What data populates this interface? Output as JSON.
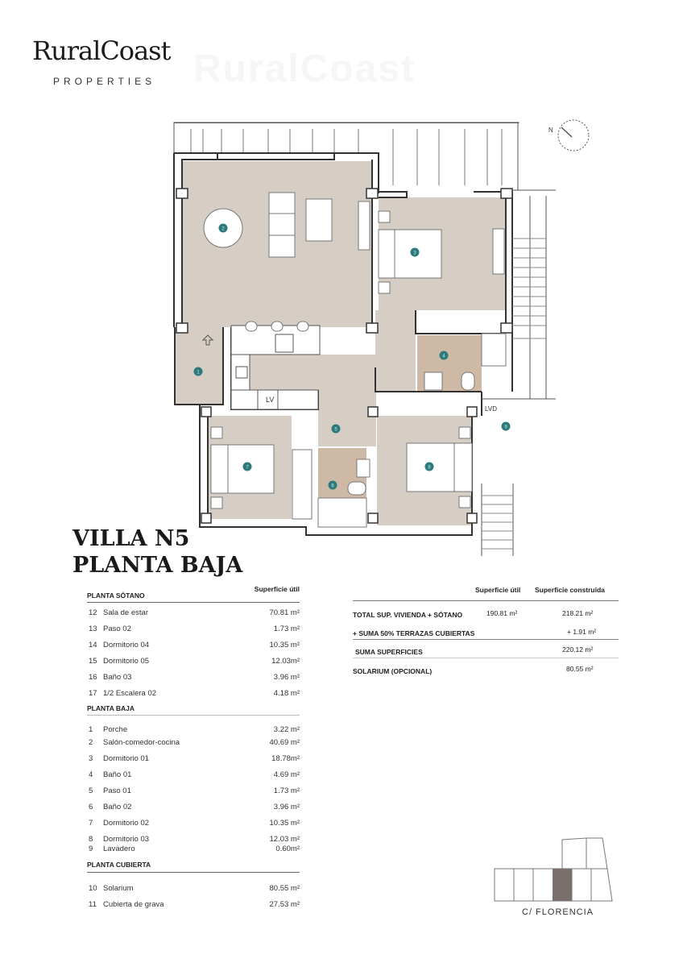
{
  "brand": {
    "name": "RuralCoast",
    "tagline": "PROPERTIES"
  },
  "title": {
    "line1": "VILLA N5",
    "line2": "PLANTA BAJA"
  },
  "floorplan": {
    "labels": [
      "LV",
      "LVD"
    ],
    "compass": "N",
    "rooms": [
      "1",
      "2",
      "3",
      "4",
      "5",
      "6",
      "7",
      "8",
      "9"
    ]
  },
  "rooms_table": {
    "header": "Superficie útil",
    "sections": [
      {
        "title": "PLANTA SÓTANO",
        "rows": [
          {
            "num": "12",
            "name": "Sala de estar",
            "value": "70.81 m²"
          },
          {
            "num": "13",
            "name": "Paso 02",
            "value": "1.73 m²"
          },
          {
            "num": "14",
            "name": "Dormitorio 04",
            "value": "10.35 m²"
          },
          {
            "num": "15",
            "name": "Dormitorio 05",
            "value": "12.03m²"
          },
          {
            "num": "16",
            "name": "Baño 03",
            "value": "3.96 m²"
          },
          {
            "num": "17",
            "name": "1/2 Escalera 02",
            "value": "4.18 m²"
          }
        ]
      },
      {
        "title": "PLANTA BAJA",
        "rows": [
          {
            "num": "1",
            "name": "Porche",
            "value": "3.22 m²"
          },
          {
            "num": "2",
            "name": "Salón-comedor-cocina",
            "value": "40.69 m²"
          },
          {
            "num": "3",
            "name": "Dormitorio 01",
            "value": "18.78m²"
          },
          {
            "num": "4",
            "name": "Baño 01",
            "value": "4.69 m²"
          },
          {
            "num": "5",
            "name": "Paso 01",
            "value": "1.73 m²"
          },
          {
            "num": "6",
            "name": "Baño 02",
            "value": "3.96 m²"
          },
          {
            "num": "7",
            "name": "Dormitorio 02",
            "value": "10.35 m²"
          },
          {
            "num": "8",
            "name": "Dormitorio 03",
            "value": "12.03 m²"
          },
          {
            "num": "9",
            "name": "Lavadero",
            "value": "0.60m²"
          }
        ]
      },
      {
        "title": "PLANTA CUBIERTA",
        "rows": [
          {
            "num": "10",
            "name": "Solarium",
            "value": "80.55 m²"
          },
          {
            "num": "11",
            "name": "Cubierta de grava",
            "value": "27.53 m²"
          }
        ]
      }
    ]
  },
  "summary": {
    "col_util": "Superficie útil",
    "col_construida": "Superficie construida",
    "rows": [
      {
        "label": "TOTAL SUP. VIVIENDA + SÓTANO",
        "util": "190.81  m²",
        "construida": "218.21 m²"
      },
      {
        "label": "+ SUMA 50% TERRAZAS CUBIERTAS",
        "util": "",
        "construida": "+ 1.91 m²"
      },
      {
        "label": "SUMA SUPERFICIES",
        "util": "",
        "construida": "220.12 m²"
      },
      {
        "label": "SOLARIUM (OPCIONAL)",
        "util": "",
        "construida": "80.55 m²"
      }
    ]
  },
  "location_map": {
    "street": "C/ FLORENCIA"
  },
  "colors": {
    "floor": "#d6cdc5",
    "bath": "#cdb9a6",
    "pin": "#2b7b7d",
    "highlight_lot": "#7a6f6d"
  }
}
